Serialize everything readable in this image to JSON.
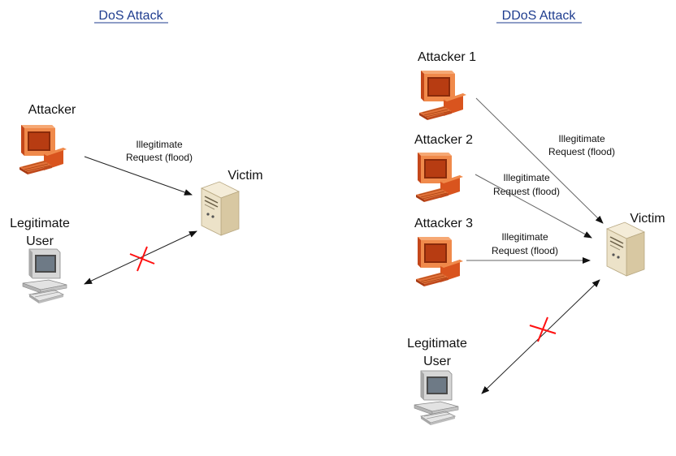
{
  "dos": {
    "heading": "DoS Attack",
    "attacker": "Attacker",
    "victim": "Victim",
    "user_line1": "Legitimate",
    "user_line2": "User",
    "req_line1": "Illegitimate",
    "req_line2": "Request (flood)"
  },
  "ddos": {
    "heading": "DDoS Attack",
    "attacker1": "Attacker 1",
    "attacker2": "Attacker 2",
    "attacker3": "Attacker 3",
    "victim": "Victim",
    "user_line1": "Legitimate",
    "user_line2": "User",
    "req1_line1": "Illegitimate",
    "req1_line2": "Request (flood)",
    "req2_line1": "Illegitimate",
    "req2_line2": "Request (flood)",
    "req3_line1": "Illegitimate",
    "req3_line2": "Request (flood)"
  },
  "colors": {
    "heading": "#1f3d8f",
    "attacker_computer": "#d9541e",
    "server": "#e8dcc0",
    "user_computer": "#c8c8c8",
    "blocked_mark": "#ff1010"
  },
  "icons": {
    "attacker": "attacker-computer-icon",
    "server": "server-tower-icon",
    "user": "user-computer-icon",
    "blocked": "blocked-x-icon"
  }
}
